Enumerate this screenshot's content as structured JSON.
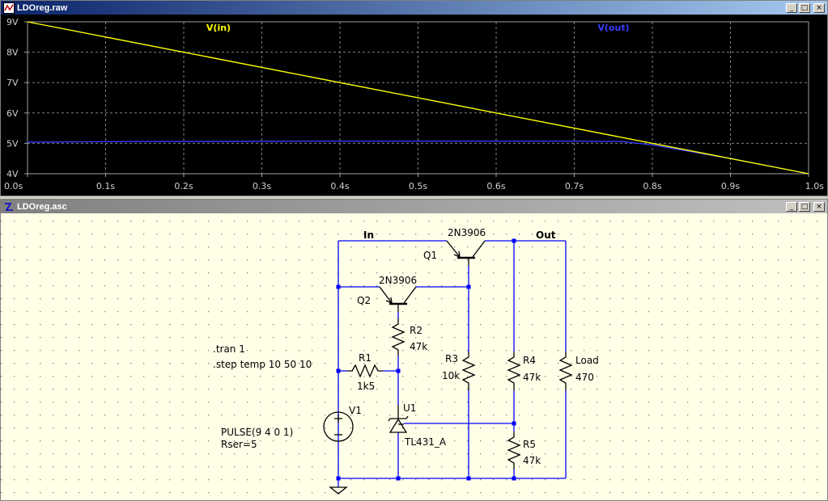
{
  "windows": {
    "plot": {
      "title": "LDOreg.raw"
    },
    "schematic": {
      "title": "LDOreg.asc"
    },
    "controls": {
      "minimize": "_",
      "maximize": "□",
      "close": "×"
    }
  },
  "chart_data": {
    "type": "line",
    "series": [
      {
        "name": "V(in)",
        "color": "#ffff00",
        "points": [
          [
            0.0,
            9.0
          ],
          [
            1.0,
            4.0
          ]
        ]
      },
      {
        "name": "V(out)",
        "color": "#3a3aff",
        "points": [
          [
            0.0,
            5.04
          ],
          [
            0.14,
            5.06
          ],
          [
            0.4,
            5.07
          ],
          [
            0.7,
            5.07
          ],
          [
            0.76,
            5.06
          ],
          [
            0.8,
            4.95
          ],
          [
            0.9,
            4.5
          ],
          [
            1.0,
            4.0
          ]
        ]
      }
    ],
    "x_ticks": [
      "0.0s",
      "0.1s",
      "0.2s",
      "0.3s",
      "0.4s",
      "0.5s",
      "0.6s",
      "0.7s",
      "0.8s",
      "0.9s",
      "1.0s"
    ],
    "y_ticks": [
      "9V",
      "8V",
      "7V",
      "6V",
      "5V",
      "4V"
    ],
    "xlim": [
      0,
      1.0
    ],
    "ylim": [
      4,
      9
    ],
    "grid": true,
    "background": "#000000",
    "legend_placement": "top"
  },
  "schematic": {
    "background": "#ffffe8",
    "wire_color": "#0000ff",
    "component_color": "#000000",
    "labels": {
      "net_in": "In",
      "net_out": "Out",
      "q1_name": "Q1",
      "q1_model": "2N3906",
      "q2_name": "Q2",
      "q2_model": "2N3906",
      "r1_name": "R1",
      "r1_value": "1k5",
      "r2_name": "R2",
      "r2_value": "47k",
      "r3_name": "R3",
      "r3_value": "10k",
      "r4_name": "R4",
      "r4_value": "47k",
      "r5_name": "R5",
      "r5_value": "47k",
      "load_name": "Load",
      "load_value": "470",
      "u1_name": "U1",
      "u1_model": "TL431_A",
      "v1_name": "V1",
      "v1_value": "PULSE(9 4 0 1)",
      "v1_rser": "Rser=5",
      "directive_tran": ".tran 1",
      "directive_step": ".step temp 10 50 10"
    }
  }
}
